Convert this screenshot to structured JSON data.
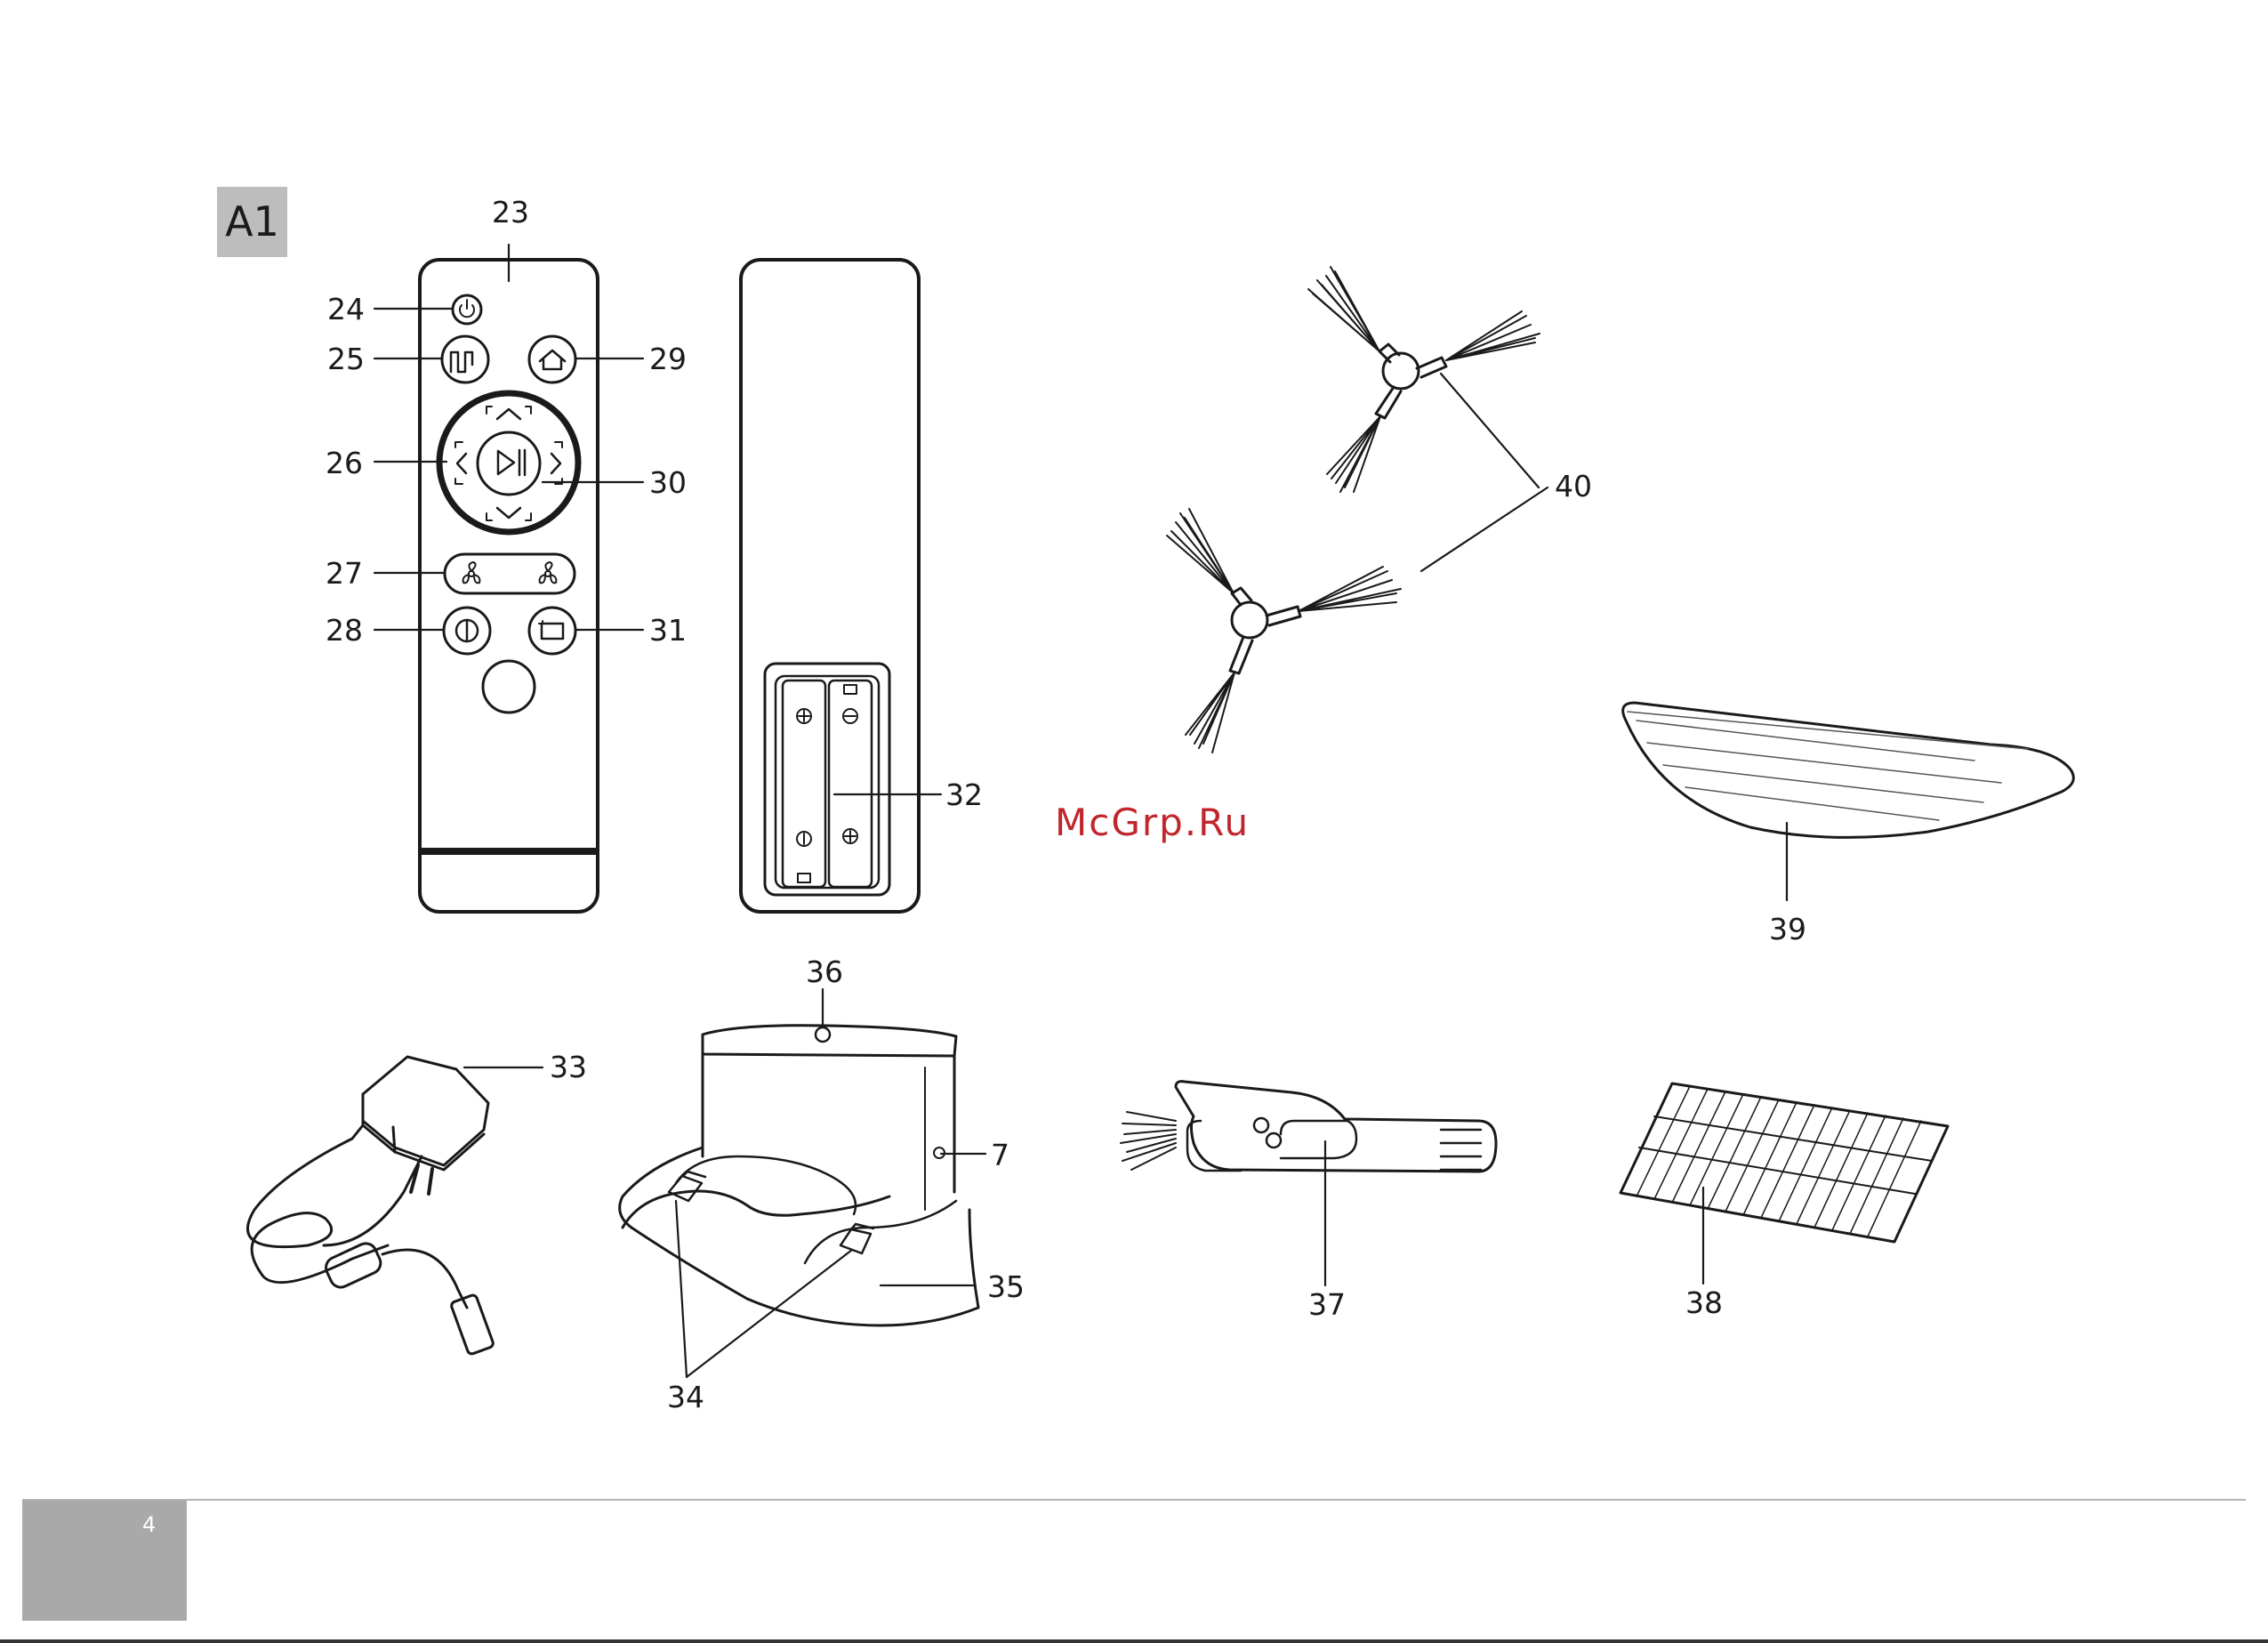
{
  "section": "A1",
  "watermark": "McGrp.Ru",
  "page_number": "4",
  "labels": {
    "l23": "23",
    "l24": "24",
    "l25": "25",
    "l26": "26",
    "l27": "27",
    "l28": "28",
    "l29": "29",
    "l30": "30",
    "l31": "31",
    "l32": "32",
    "l33": "33",
    "l34": "34",
    "l35": "35",
    "l36": "36",
    "l7": "7",
    "l37": "37",
    "l38": "38",
    "l39": "39",
    "l40": "40"
  }
}
